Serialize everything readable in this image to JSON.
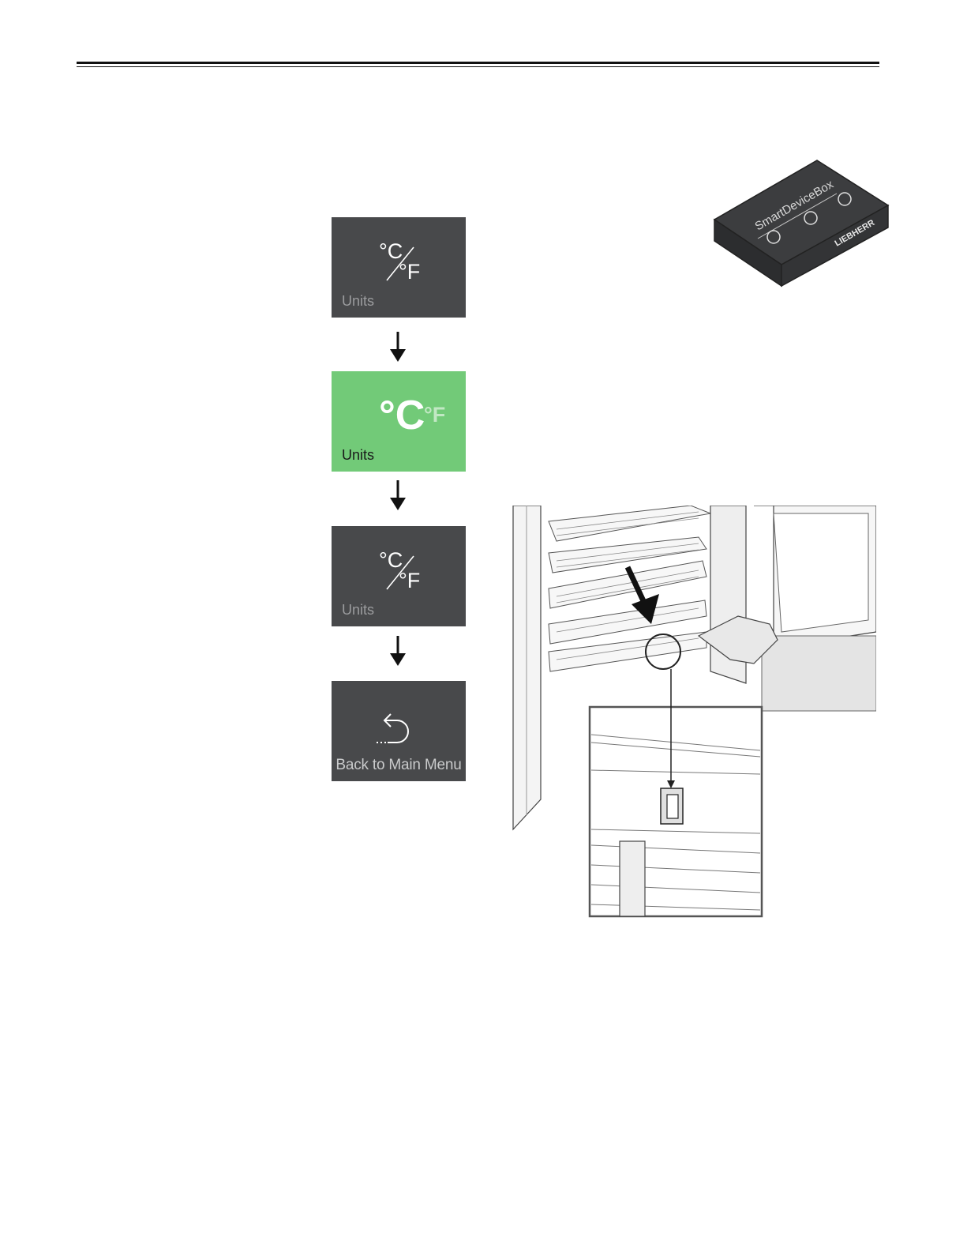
{
  "tiles": {
    "units_1": {
      "label": "Units",
      "c": "°C",
      "f": "°F"
    },
    "units_selected": {
      "label": "Units",
      "c": "°C",
      "f": "°F"
    },
    "units_2": {
      "label": "Units",
      "c": "°C",
      "f": "°F"
    },
    "back": {
      "label": "Back to Main Menu"
    }
  },
  "smart_device_box": {
    "name": "SmartDeviceBox",
    "brand": "LIEBHERR",
    "color": "#3a3b3d"
  },
  "colors": {
    "tile_dark": "#48494b",
    "tile_selected": "#72ca78"
  }
}
